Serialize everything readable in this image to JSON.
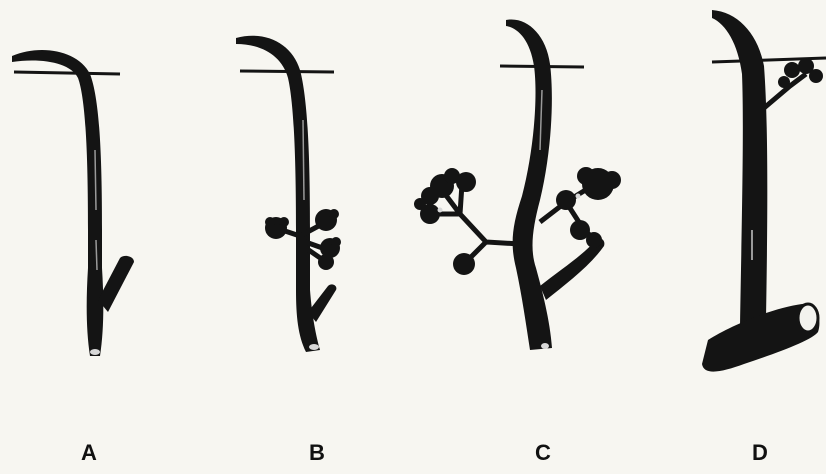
{
  "figure": {
    "panels": [
      {
        "id": "a",
        "label": "A"
      },
      {
        "id": "b",
        "label": "B"
      },
      {
        "id": "c",
        "label": "C"
      },
      {
        "id": "d",
        "label": "D"
      }
    ],
    "colors": {
      "background": "#f7f6f1",
      "ink": "#141414",
      "highlight": "#9a9a9a"
    }
  }
}
